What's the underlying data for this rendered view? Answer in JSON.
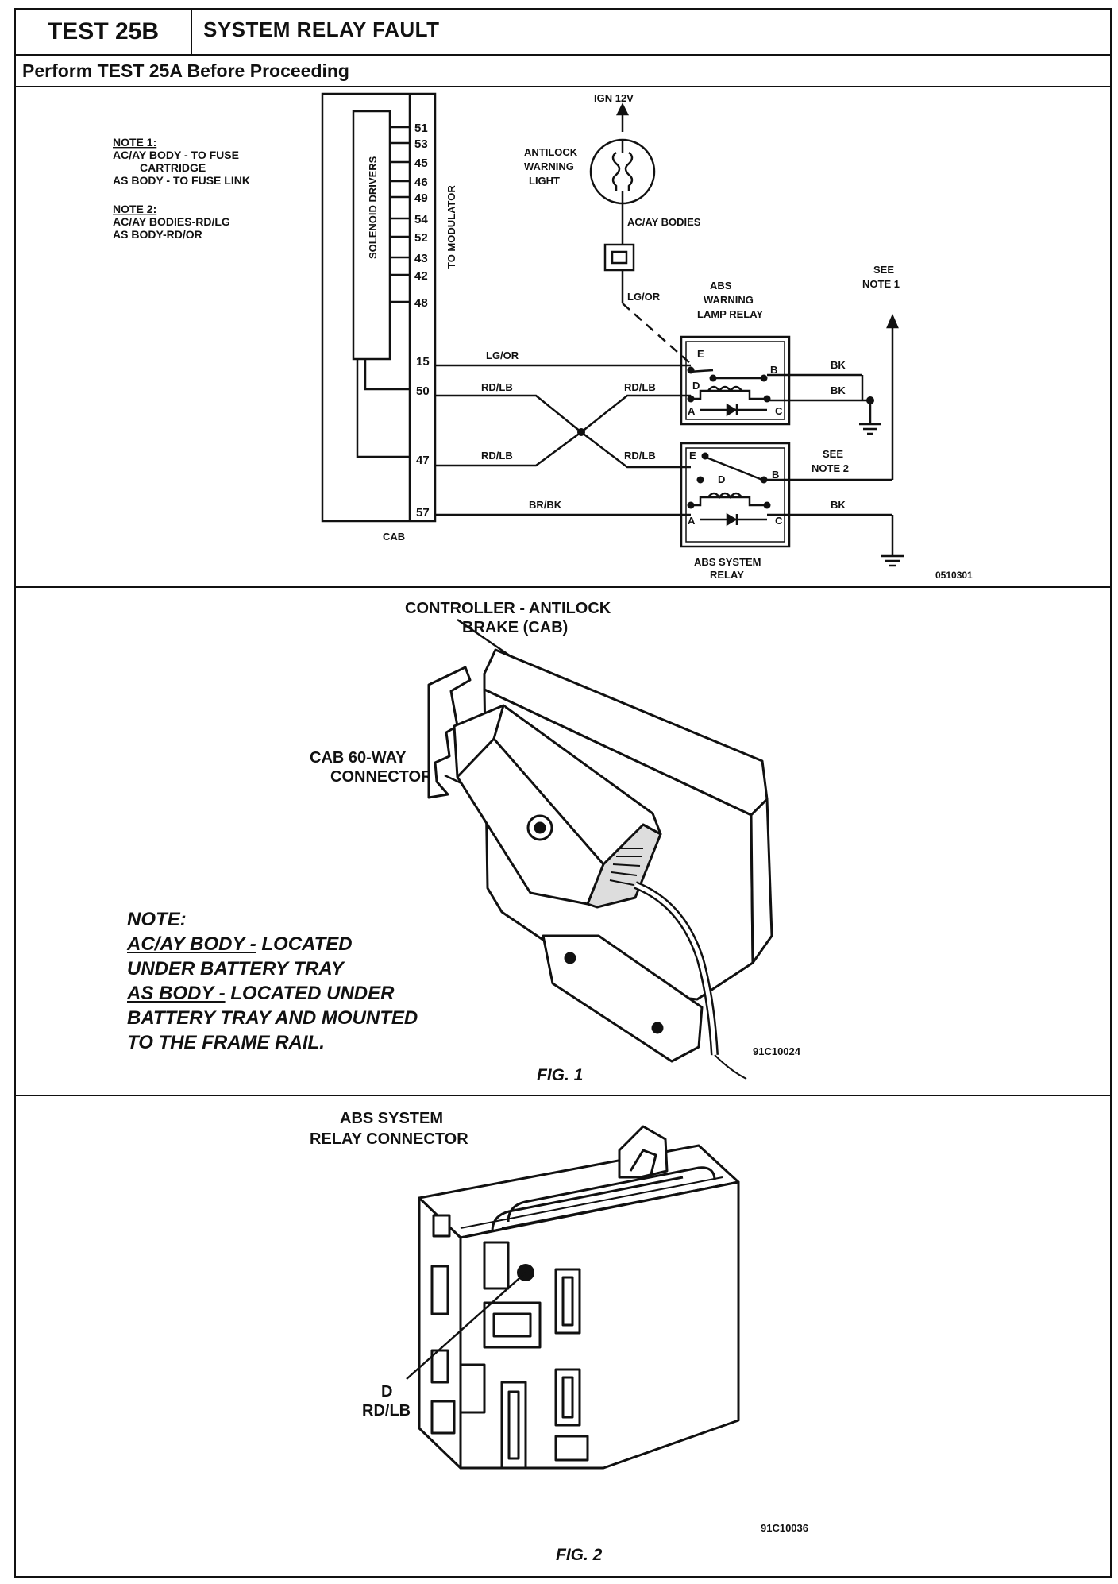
{
  "header": {
    "test_id": "TEST 25B",
    "title": "SYSTEM RELAY FAULT",
    "subtitle": "Perform TEST 25A Before Proceeding"
  },
  "schematic": {
    "note1_title": "NOTE 1:",
    "note1_line1": "AC/AY BODY - TO FUSE",
    "note1_line2": "CARTRIDGE",
    "note1_line3": "AS BODY - TO FUSE LINK",
    "note2_title": "NOTE 2:",
    "note2_line1": "AC/AY BODIES-RD/LG",
    "note2_line2": "AS BODY-RD/OR",
    "solenoid_drivers": "SOLENOID DRIVERS",
    "to_modulator": "TO MODULATOR",
    "pins": [
      "51",
      "53",
      "45",
      "46",
      "49",
      "54",
      "52",
      "43",
      "42",
      "48"
    ],
    "pin_15": "15",
    "pin_50": "50",
    "pin_47": "47",
    "pin_57": "57",
    "cab_label": "CAB",
    "ign": "IGN 12V",
    "antilock_light_1": "ANTILOCK",
    "antilock_light_2": "WARNING",
    "antilock_light_3": "LIGHT",
    "acay_bodies": "AC/AY BODIES",
    "lg_or_1": "LG/OR",
    "lg_or_2": "LG/OR",
    "rd_lb_1": "RD/LB",
    "rd_lb_2": "RD/LB",
    "rd_lb_3": "RD/LB",
    "rd_lb_4": "RD/LB",
    "br_bk": "BR/BK",
    "bk_1": "BK",
    "bk_2": "BK",
    "bk_3": "BK",
    "warn_relay_1": "ABS",
    "warn_relay_2": "WARNING",
    "warn_relay_3": "LAMP RELAY",
    "sys_relay_1": "ABS SYSTEM",
    "sys_relay_2": "RELAY",
    "see_note1_1": "SEE",
    "see_note1_2": "NOTE 1",
    "see_note2_1": "SEE",
    "see_note2_2": "NOTE 2",
    "relay_pin_e": "E",
    "relay_pin_b": "B",
    "relay_pin_d": "D",
    "relay_pin_a": "A",
    "relay_pin_c": "C",
    "fig_code": "0510301"
  },
  "fig1": {
    "callout_controller_1": "CONTROLLER - ANTILOCK",
    "callout_controller_2": "BRAKE (CAB)",
    "callout_connector_1": "CAB 60-WAY",
    "callout_connector_2": "CONNECTOR",
    "note_title": "NOTE:",
    "note_l1_ul": "AC/AY BODY -",
    "note_l1": " LOCATED",
    "note_l2": "UNDER BATTERY TRAY",
    "note_l3_ul": "AS BODY -",
    "note_l3": " LOCATED UNDER",
    "note_l4": "BATTERY TRAY AND MOUNTED",
    "note_l5": "TO THE FRAME RAIL.",
    "fig_code": "91C10024",
    "caption": "FIG. 1"
  },
  "fig2": {
    "callout_1": "ABS SYSTEM",
    "callout_2": "RELAY CONNECTOR",
    "pin_label": "D",
    "pin_wire": "RD/LB",
    "fig_code": "91C10036",
    "caption": "FIG. 2"
  }
}
